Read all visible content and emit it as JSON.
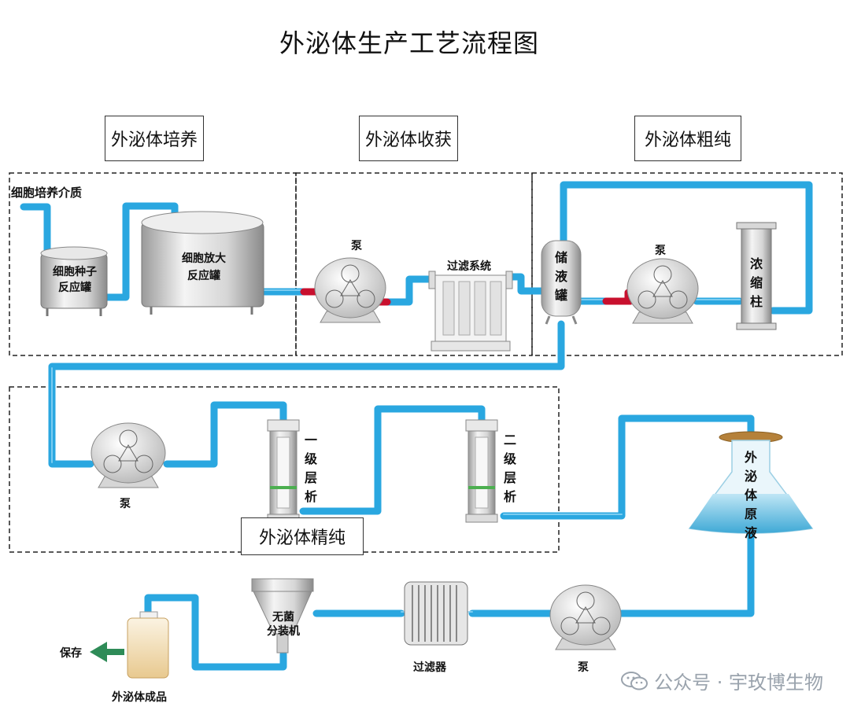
{
  "title": "外泌体生产工艺流程图",
  "stages": {
    "culture": "外泌体培养",
    "harvest": "外泌体收获",
    "crude": "外泌体粗纯",
    "refine": "外泌体精纯"
  },
  "labels": {
    "medium": "细胞培养介质",
    "seed_reactor": "细胞种子\n反应罐",
    "expansion_reactor": "细胞放大\n反应罐",
    "pump1": "泵",
    "filter_system": "过滤系统",
    "storage_tank": "储液罐",
    "pump2": "泵",
    "concentration_column": "浓缩柱",
    "pump3": "泵",
    "chrom1": "一级层析",
    "chrom2": "二级层析",
    "raw_liquid": "外泌体原液",
    "pump4": "泵",
    "filter": "过滤器",
    "filling_machine": "无菌\n分装机",
    "product": "外泌体成品",
    "storage": "保存"
  },
  "watermark": "公众号 · 宇玫博生物",
  "colors": {
    "pipe": "#2aa7e0",
    "pipe_dark": "#1682b8",
    "valve": "#c8102e",
    "arrow": "#2e8b57"
  }
}
